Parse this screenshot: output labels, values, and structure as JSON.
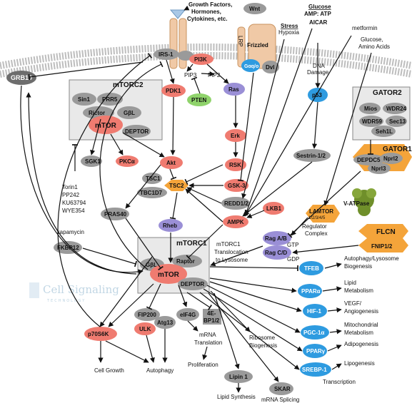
{
  "stimuli": {
    "growth_factors": "Growth Factors,",
    "hormones": "Hormones,",
    "cytokines": "Cytokines, etc.",
    "stress": "Stress",
    "hypoxia": "Hypoxia",
    "glucose": "Glucose",
    "amp_atp": "AMP: ATP",
    "aicar": "AICAR",
    "metformin": "metformin",
    "glucose_aa_1": "Glucose,",
    "glucose_aa_2": "Amino Acids",
    "dna_damage_1": "DNA",
    "dna_damage_2": "Damage"
  },
  "nodes": {
    "wnt": "Wnt",
    "frizzled": "Frizzled",
    "lrp": "LRP",
    "galpha": "Gαq/o",
    "dvl": "Dvl",
    "irs1": "IRS-1",
    "pi3k": "PI3K",
    "pip3": "PIP3",
    "pip2": "PIP2",
    "pdk1": "PDK1",
    "pten": "PTEN",
    "ras": "Ras",
    "p53": "p53",
    "grb10": "GRB10",
    "sin1": "Sin1",
    "prr5": "PRR5",
    "rictor": "Rictor",
    "gbl2": "GβL",
    "mtor2": "mTOR",
    "deptor2": "DEPTOR",
    "sgk1": "SGK1",
    "pkca": "PKCα",
    "akt": "Akt",
    "erk": "Erk",
    "rsk": "RSK",
    "gsk3": "GSK-3",
    "redd": "REDD1/2",
    "sestrin": "Sestrin-1/2",
    "lkb1": "LKB1",
    "ampk": "AMPK",
    "tsc1": "TSC1",
    "tsc2": "TSC2",
    "tbc1d7": "TBC1D7",
    "pras40": "PRAS40",
    "rheb": "Rheb",
    "fkbp12": "FKBP12",
    "mios": "Mios",
    "wdr24": "WDR24",
    "wdr59": "WDR59",
    "sec13": "Sec13",
    "seh1l": "Seh1L",
    "depdc5": "DEPDC5",
    "nprl2": "Nprl2",
    "nprl3": "Nprl3",
    "lamtor": "LAMTOR",
    "lamtor_sub": "1/2/3/4/5",
    "vatpase": "V-ATPase",
    "ragab": "Rag A/B",
    "ragcd": "Rag C/D",
    "gtp": "GTP",
    "gdp": "GDP",
    "flcn": "FLCN",
    "fnip": "FNIP1/2",
    "gbl1": "GβL",
    "raptor": "Raptor",
    "mtor1": "mTOR",
    "deptor1": "DEPTOR",
    "tfeb": "TFEB",
    "ppara": "PPARα",
    "hif1": "HIF-1",
    "pgc1a": "PGC-1α",
    "pparg": "PPARγ",
    "srebp1": "SREBP-1",
    "p70s6k": "p70S6K",
    "fip200": "FIP200",
    "ulk": "ULK",
    "atg13": "Atg13",
    "eif4g": "eIF4G",
    "ebp1": "4E-",
    "ebp2": "BP1/2",
    "lipin1": "Lipin 1",
    "skar": "SKAR"
  },
  "complexes": {
    "mtorc2": "mTORC2",
    "mtorc1": "mTORC1",
    "gator2": "GATOR2",
    "gator1": "GATOR1"
  },
  "labels": {
    "inhibitors": [
      "Torin1",
      "PP242",
      "KU63794",
      "WYE354"
    ],
    "rapamycin": "rapamycin",
    "regulator_1": "Regulator",
    "regulator_2": "Complex",
    "translocation": [
      "mTORC1",
      "Translocation",
      "to Lysosome"
    ],
    "autophagy_lys": [
      "Autophagy/Lysosome",
      "Biogenesis"
    ],
    "lipid_met": [
      "Lipid",
      "Metabolism"
    ],
    "vegf": [
      "VEGF/",
      "Angiogenesis"
    ],
    "mito": [
      "Mitochondrial",
      "Metabolism"
    ],
    "adipogenesis": "Adipogenesis",
    "lipogenesis": "Lipogenesis",
    "transcription": "Transcription",
    "cell_growth": "Cell Growth",
    "autophagy": "Autophagy",
    "mrna_translation": [
      "mRNA",
      "Translation"
    ],
    "proliferation": "Proliferation",
    "ribosome": [
      "Ribosome",
      "Biogenesis"
    ],
    "lipid_synthesis": "Lipid Synthesis",
    "mrna_splicing": "mRNA Splicing"
  },
  "watermark": {
    "line1": "Cell Signaling",
    "line2": "TECHNOLOGY"
  },
  "colors": {
    "red": "#ef7b70",
    "gray": "#9a9a9a",
    "purple": "#9a8fd6",
    "blue": "#2e9be0",
    "green": "#8fd36b",
    "orange": "#f4a43a",
    "olive": "#6f8f2a",
    "box": "#e9e9e9"
  }
}
